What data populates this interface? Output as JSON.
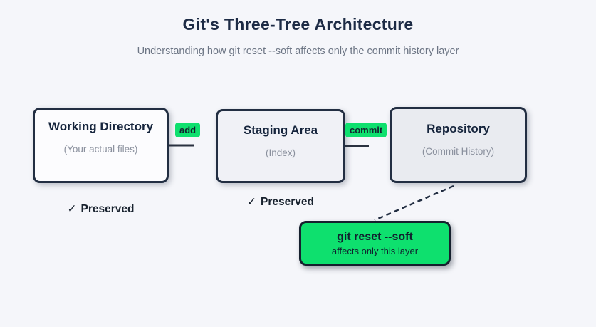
{
  "header": {
    "title": "Git's Three-Tree Architecture",
    "subtitle": "Understanding how git reset --soft affects only the commit history layer"
  },
  "diagram": {
    "nodes": [
      {
        "id": "working-directory",
        "title": "Working Directory",
        "subtitle": "(Your actual files)",
        "fill": "#fcfcfe"
      },
      {
        "id": "staging-area",
        "title": "Staging Area",
        "subtitle": "(Index)",
        "fill": "#f0f1f6"
      },
      {
        "id": "repository",
        "title": "Repository",
        "subtitle": "(Commit History)",
        "fill": "#e9ebf0"
      }
    ],
    "edges": [
      {
        "from": "working-directory",
        "to": "staging-area",
        "label": "add"
      },
      {
        "from": "staging-area",
        "to": "repository",
        "label": "commit"
      }
    ],
    "preserved": [
      {
        "check": "✓",
        "text": "Preserved",
        "under": "working-directory"
      },
      {
        "check": "✓",
        "text": "Preserved",
        "under": "staging-area"
      }
    ],
    "callout": {
      "title": "git reset --soft",
      "subtitle": "affects only this layer",
      "points_to": "repository"
    },
    "colors": {
      "background": "#f5f6fa",
      "accent_green": "#0ee06e",
      "border_navy": "#222e42",
      "title_navy": "#1d2b45",
      "muted_gray": "#6c7584"
    }
  }
}
